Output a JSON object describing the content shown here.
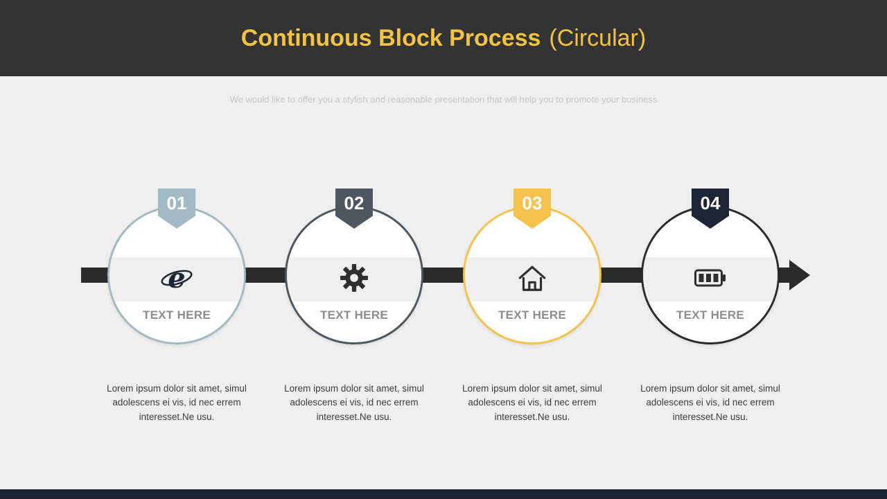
{
  "header": {
    "title_bold": "Continuous Block Process",
    "title_light": "(Circular)"
  },
  "subtitle": "We would like to offer you a stylish and reasonable presentation that will help you to promote your business",
  "steps": [
    {
      "number": "01",
      "label": "TEXT HERE",
      "icon": "internet-explorer-icon",
      "color": "#a1bac4",
      "ring": "#a1bac4",
      "caption": "Lorem ipsum dolor sit amet, simul adolescens ei vis, id nec errem interesset.Ne usu."
    },
    {
      "number": "02",
      "label": "TEXT HERE",
      "icon": "gear-icon",
      "color": "#4e575f",
      "ring": "#4e575f",
      "caption": "Lorem ipsum dolor sit amet, simul adolescens ei vis, id nec errem interesset.Ne usu."
    },
    {
      "number": "03",
      "label": "TEXT HERE",
      "icon": "home-icon",
      "color": "#f5c34b",
      "ring": "#f5c34b",
      "caption": "Lorem ipsum dolor sit amet, simul adolescens ei vis, id nec errem interesset.Ne usu."
    },
    {
      "number": "04",
      "label": "TEXT HERE",
      "icon": "battery-icon",
      "color": "#1b2533",
      "ring": "#2b2b2b",
      "caption": "Lorem ipsum dolor sit amet, simul adolescens ei vis, id nec errem interesset.Ne usu."
    }
  ],
  "colors": {
    "header_bg": "#333333",
    "title_text": "#f3c344",
    "slide_bg": "#efefef",
    "arrow": "#2b2b2b",
    "bottom_bar": "#1b2430",
    "label_text": "#8d8d8d",
    "caption_text": "#3c3c3c",
    "subtitle_text": "#c6c6c6",
    "icon_ink": "#2f2f2f"
  }
}
